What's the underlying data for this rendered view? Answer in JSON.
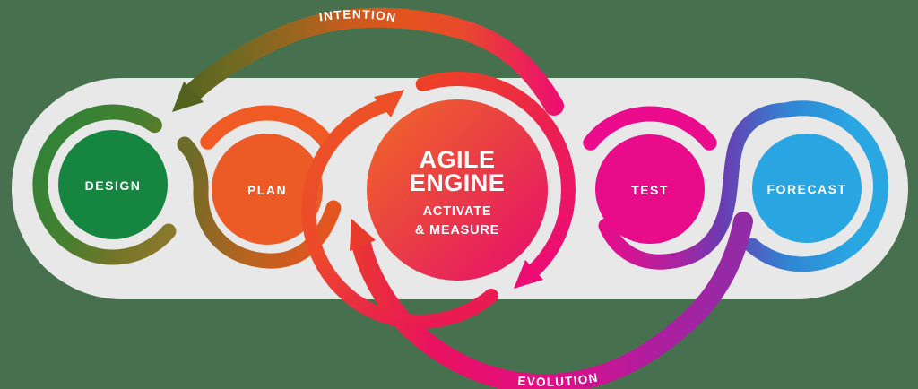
{
  "diagram": {
    "stages": [
      {
        "id": "design",
        "label": "DESIGN"
      },
      {
        "id": "plan",
        "label": "PLAN"
      },
      {
        "id": "engine",
        "label": "AGILE ENGINE"
      },
      {
        "id": "test",
        "label": "TEST"
      },
      {
        "id": "forecast",
        "label": "FORECAST"
      }
    ],
    "engine": {
      "title_line1": "AGILE",
      "title_line2": "ENGINE",
      "subtitle_line1": "ACTIVATE",
      "subtitle_line2": "& MEASURE"
    },
    "flows": {
      "intention_label": "INTENTION",
      "evolution_label": "EVOLUTION"
    }
  },
  "colors": {
    "background": "#47714e",
    "pill": "#e9e8e8",
    "label_text": "#ffffff",
    "design_fill": "#168540",
    "design_ring_start": "#2f8338",
    "design_ring_end": "#8d7a2e",
    "plan_fill": "#ec5a25",
    "plan_arc": "#ef5a25",
    "engine_grad_start": "#ef6529",
    "engine_grad_mid": "#e93a47",
    "engine_grad_end": "#e70d6e",
    "test_fill": "#e80c8a",
    "test_arc": "#ea0c8c",
    "forecast_fill": "#29a6e2",
    "forecast_ring_purple": "#6b3bb0",
    "forecast_ring_blue": "#29a7e2",
    "intention_start_olive": "#55621f",
    "intention_mid_orange": "#e5531f",
    "intention_end_pink": "#ed0e72",
    "evolution_start_red": "#e93a2e",
    "evolution_mid_magenta": "#e20d86",
    "evolution_end_purple": "#8b2fa8",
    "connector_olive": "#6d6b28",
    "connector_orange": "#e5551f"
  }
}
